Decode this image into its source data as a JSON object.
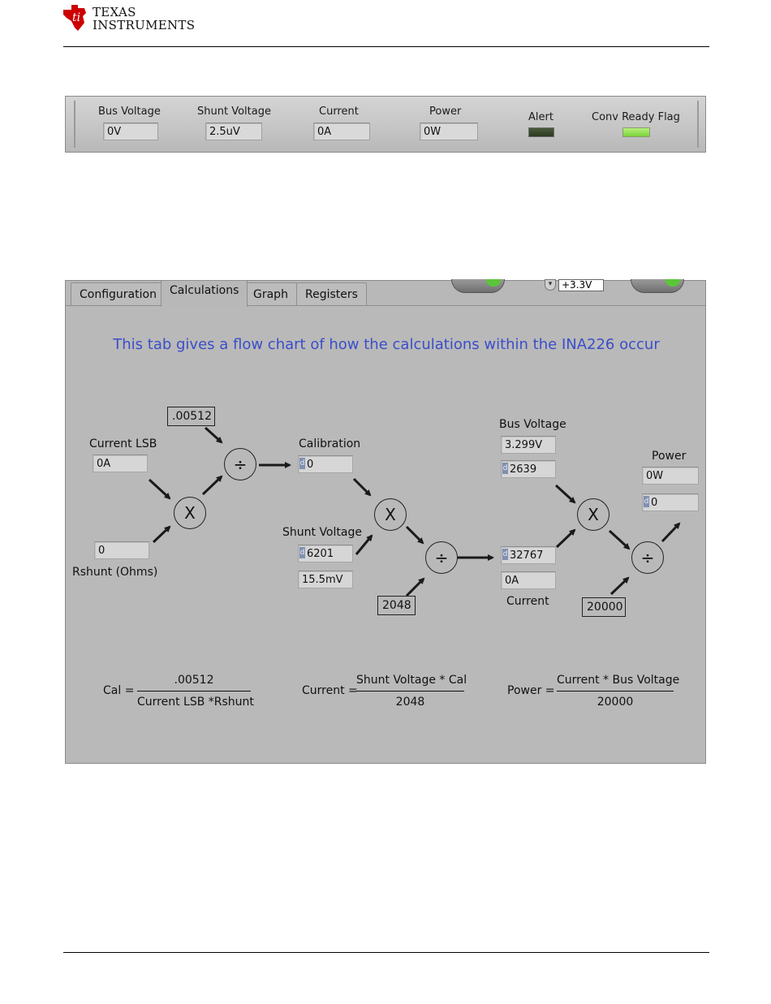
{
  "brand": {
    "line1": "TEXAS",
    "line2": "INSTRUMENTS",
    "logo_color": "#cc0000"
  },
  "status_panel": {
    "bus_voltage": {
      "label": "Bus Voltage",
      "value": "0V"
    },
    "shunt_voltage": {
      "label": "Shunt Voltage",
      "value": "2.5uV"
    },
    "current": {
      "label": "Current",
      "value": "0A"
    },
    "power": {
      "label": "Power",
      "value": "0W"
    },
    "alert": {
      "label": "Alert",
      "state": "off",
      "color": "#2f3f26"
    },
    "conv_ready": {
      "label": "Conv Ready Flag",
      "state": "on",
      "color": "#8fdc4c"
    }
  },
  "tabs": [
    {
      "label": "Configuration",
      "active": false
    },
    {
      "label": "Calculations",
      "active": true
    },
    {
      "label": "Graph",
      "active": false
    },
    {
      "label": "Registers",
      "active": false
    }
  ],
  "toolbar": {
    "supply_value": "+3.3V",
    "toggle_color": "#5cc63a"
  },
  "headline": {
    "text": "This tab gives a flow chart of how the calculations within the INA226 occur",
    "color": "#3b4ec8"
  },
  "flow": {
    "current_lsb": {
      "label": "Current LSB",
      "value": "0A"
    },
    "rshunt": {
      "label": "Rshunt (Ohms)",
      "value": "0"
    },
    "const_cal": ".00512",
    "multiply_symbol": "X",
    "divide_symbol": "÷",
    "calibration": {
      "label": "Calibration",
      "prefix": "d",
      "value": "0"
    },
    "shunt_voltage": {
      "label": "Shunt Voltage",
      "prefix": "d",
      "raw": "6201",
      "value": "15.5mV"
    },
    "const_current": "2048",
    "bus_voltage": {
      "label": "Bus Voltage",
      "value": "3.299V",
      "prefix": "d",
      "raw": "2639"
    },
    "current": {
      "label": "Current",
      "prefix": "d",
      "raw": "32767",
      "value": "0A"
    },
    "const_power": "20000",
    "power": {
      "label": "Power",
      "value": "0W",
      "prefix": "d",
      "raw": "0"
    }
  },
  "formulas": {
    "cal": {
      "lhs": "Cal =",
      "numerator": ".00512",
      "denominator": "Current LSB *Rshunt"
    },
    "current": {
      "lhs": "Current =",
      "numerator": "Shunt Voltage * Cal",
      "denominator": "2048"
    },
    "power": {
      "lhs": "Power =",
      "numerator": "Current * Bus Voltage",
      "denominator": "20000"
    }
  }
}
